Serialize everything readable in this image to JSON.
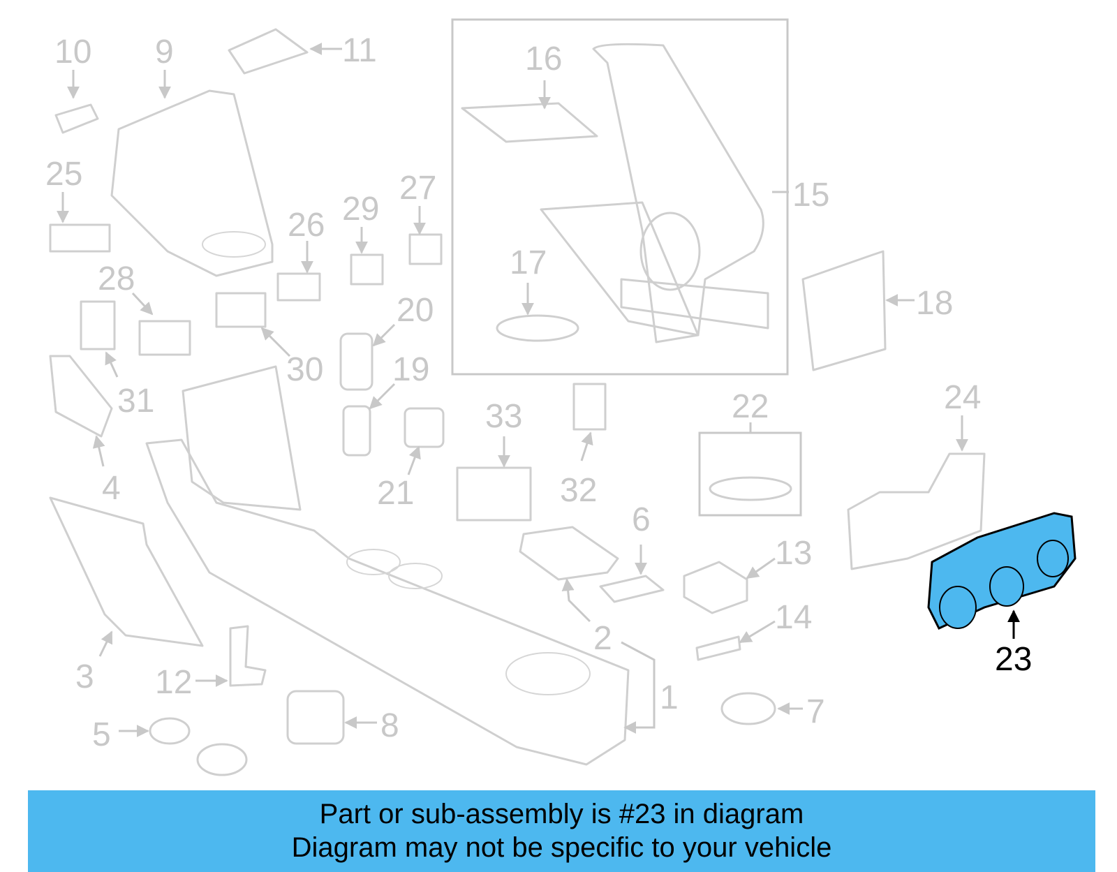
{
  "callouts": [
    "1",
    "2",
    "3",
    "4",
    "5",
    "6",
    "7",
    "8",
    "9",
    "10",
    "11",
    "12",
    "13",
    "14",
    "15",
    "16",
    "17",
    "18",
    "19",
    "20",
    "21",
    "22",
    "23",
    "24",
    "25",
    "26",
    "27",
    "28",
    "29",
    "30",
    "31",
    "32",
    "33"
  ],
  "highlight": {
    "label": "23",
    "color": "#4db8ef"
  },
  "banner": {
    "line1": "Part or sub-assembly is #23 in diagram",
    "line2": "Diagram may not be specific to your vehicle",
    "color": "#4db8ef"
  }
}
